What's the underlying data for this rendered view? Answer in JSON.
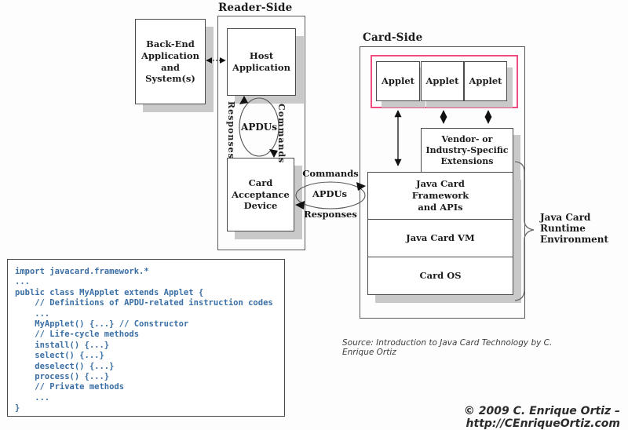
{
  "reader_side": {
    "title": "Reader-Side",
    "backend_label": "Back-End\nApplication\nand\nSystem(s)",
    "host_label": "Host\nApplication",
    "cad_label": "Card\nAcceptance\nDevice",
    "loop": {
      "responses": "Responses",
      "apdus": "APDUs",
      "commands": "Commands"
    }
  },
  "link": {
    "commands": "Commands",
    "apdus": "APDUs",
    "responses": "Responses"
  },
  "card_side": {
    "title": "Card-Side",
    "applets": [
      "Applet",
      "Applet",
      "Applet"
    ],
    "vendor_label": "Vendor- or\nIndustry-Specific\nExtensions",
    "framework_label": "Java Card\nFramework\nand APIs",
    "vm_label": "Java Card VM",
    "card_os_label": "Card OS",
    "jcre_label": "Java Card\nRuntime\nEnvironment"
  },
  "code_panel": {
    "lines": [
      "import javacard.framework.*",
      "...",
      "public class MyApplet extends Applet {",
      "    // Definitions of APDU-related instruction codes",
      "    ...",
      "    MyApplet() {...} // Constructor",
      "    // Life-cycle methods",
      "    install() {...}",
      "    select() {...}",
      "    deselect() {...}",
      "    process() {...}",
      "    // Private methods",
      "    ...",
      "}"
    ]
  },
  "footer": {
    "source": "Source: Introduction to Java Card Technology by C. Enrique Ortiz",
    "copyright": "© 2009 C. Enrique Ortiz – http://CEnriqueOrtiz.com"
  },
  "colors": {
    "highlight_pink": "#ee4d80",
    "code_blue": "#3a6fa5",
    "shadow_gray": "#c9c9c9",
    "border_gray": "#4a4a4a"
  }
}
